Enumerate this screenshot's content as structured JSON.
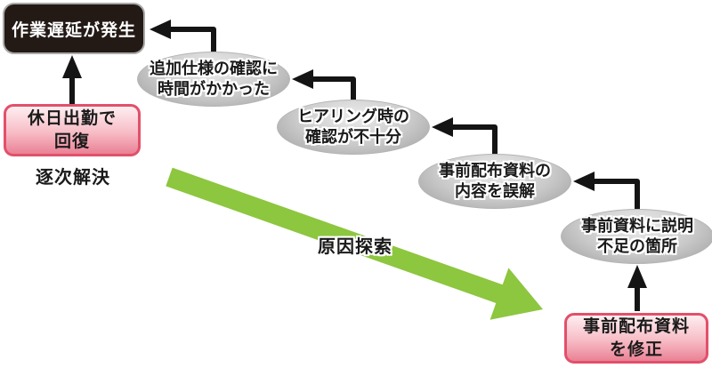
{
  "diagram": {
    "problem_box": {
      "label": "作業遅延が発生"
    },
    "recovery_box": {
      "lines": [
        "休日出勤で",
        "回復"
      ]
    },
    "sequential_label": "逐次解決",
    "cause_search_label": "原因探索",
    "causes": [
      {
        "lines": [
          "追加仕様の確認に",
          "時間がかかった"
        ]
      },
      {
        "lines": [
          "ヒアリング時の",
          "確認が不十分"
        ]
      },
      {
        "lines": [
          "事前配布資料の",
          "内容を誤解"
        ]
      },
      {
        "lines": [
          "事前資料に説明",
          "不足の箇所"
        ]
      }
    ],
    "fix_box": {
      "lines": [
        "事前配布資料",
        "を修正"
      ]
    },
    "colors": {
      "line_black": "#141414",
      "problem_box_bg": "#231a16",
      "problem_box_text": "#ffffff",
      "pink_border": "#e2506b",
      "pink_fill_light": "#fdeef0",
      "pink_fill_dark": "#ea8195",
      "ellipse_light": "#ebebeb",
      "ellipse_dark": "#9e9e9e",
      "green_arrow": "#8dc63f",
      "text": "#1a1a1a"
    }
  }
}
